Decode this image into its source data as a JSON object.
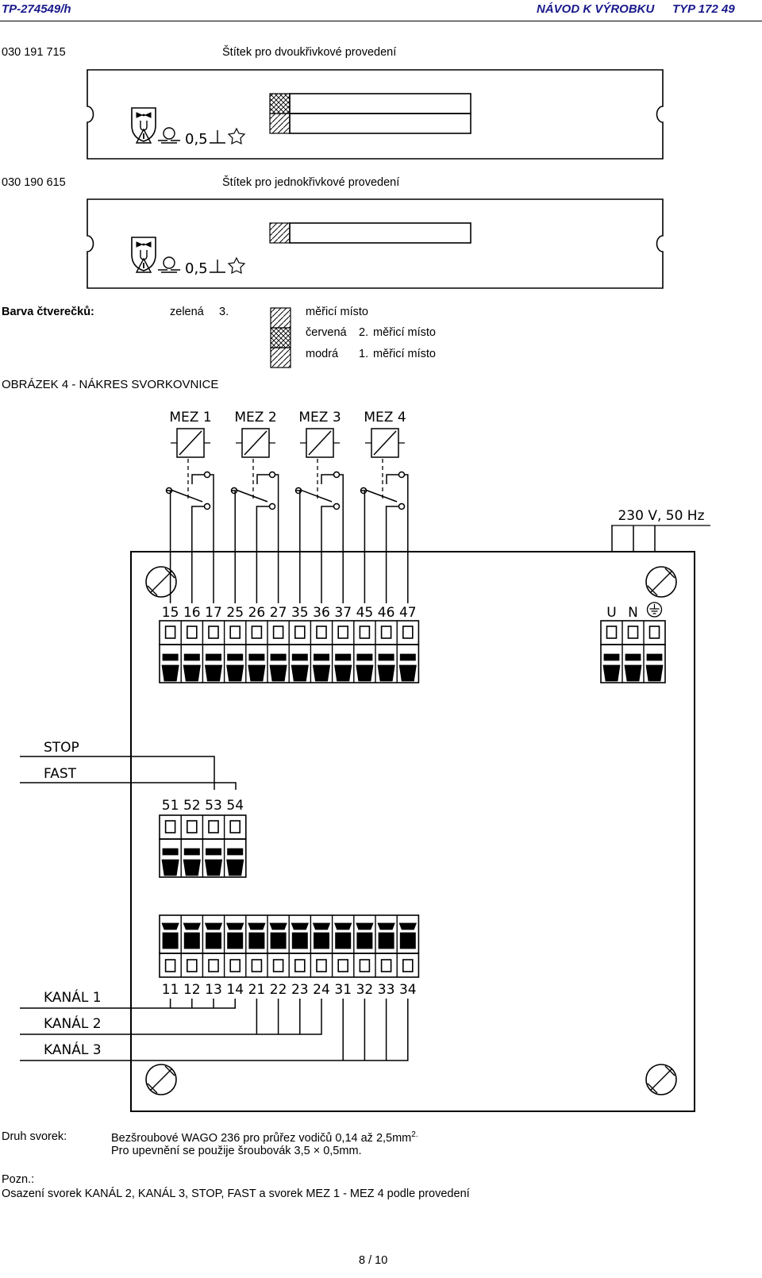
{
  "header": {
    "doc_id": "TP-274549/h",
    "title": "NÁVOD K VÝROBKU",
    "type": "TYP 172 49"
  },
  "label_dual": {
    "code": "030 191 715",
    "caption": "Štítek pro dvoukřivkové provedení",
    "marking": "0,5"
  },
  "label_single": {
    "code": "030 190  615",
    "caption": "Štítek pro jednokřivkové provedení",
    "marking": "0,5"
  },
  "legend": {
    "heading": "Barva čtverečků:",
    "rows": [
      {
        "color": "zelená",
        "num": "3.",
        "text": "měřicí místo"
      },
      {
        "color": "červená",
        "num": "2.",
        "text": "měřicí místo"
      },
      {
        "color": "modrá",
        "num": "1.",
        "text": "měřicí místo"
      }
    ]
  },
  "figure": {
    "title": "OBRÁZEK 4 - NÁKRES SVORKOVNICE",
    "mez_labels": [
      "MEZ 1",
      "MEZ 2",
      "MEZ 3",
      "MEZ 4"
    ],
    "supply_label": "230 V, 50 Hz",
    "top_terminals": [
      "15",
      "16",
      "17",
      "25",
      "26",
      "27",
      "35",
      "36",
      "37",
      "45",
      "46",
      "47"
    ],
    "power_terminals": [
      "U",
      "N"
    ],
    "left_labels_top": [
      "STOP",
      "FAST"
    ],
    "mid_terminals": [
      "51",
      "52",
      "53",
      "54"
    ],
    "bottom_terminals": [
      "11",
      "12",
      "13",
      "14",
      "21",
      "22",
      "23",
      "24",
      "31",
      "32",
      "33",
      "34"
    ],
    "left_labels_bottom": [
      "KANÁL 1",
      "KANÁL 2",
      "KANÁL 3"
    ]
  },
  "notes": {
    "terminal_type_label": "Druh svorek:",
    "terminal_type_text": "Bezšroubové WAGO 236 pro průřez vodičů 0,14 až 2,5mm",
    "terminal_type_sup": "2.",
    "screwdriver_text": "Pro upevnění se použije šroubovák 3,5 × 0,5mm.",
    "remark_label": "Pozn.:",
    "remark_text": "Osazení svorek KANÁL 2, KANÁL 3, STOP, FAST a svorek MEZ 1 - MEZ 4 podle provedení"
  },
  "footer": {
    "page": "8 / 10"
  }
}
